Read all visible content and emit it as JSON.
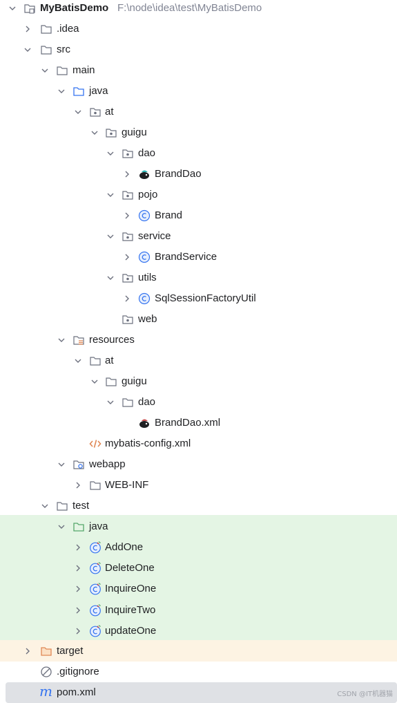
{
  "project": {
    "name": "MyBatisDemo",
    "path": "F:\\node\\idea\\test\\MyBatisDemo"
  },
  "tree": {
    "idea": ".idea",
    "src": "src",
    "main": "main",
    "java": "java",
    "at": "at",
    "guigu": "guigu",
    "dao": "dao",
    "brand_dao": "BrandDao",
    "pojo": "pojo",
    "brand": "Brand",
    "service": "service",
    "brand_service": "BrandService",
    "utils": "utils",
    "sql_session_factory_util": "SqlSessionFactoryUtil",
    "web": "web",
    "resources": "resources",
    "res_at": "at",
    "res_guigu": "guigu",
    "res_dao": "dao",
    "brand_dao_xml": "BrandDao.xml",
    "mybatis_config": "mybatis-config.xml",
    "webapp": "webapp",
    "web_inf": "WEB-INF",
    "test": "test",
    "test_java": "java",
    "add_one": "AddOne",
    "delete_one": "DeleteOne",
    "inquire_one": "InquireOne",
    "inquire_two": "InquireTwo",
    "update_one": "updateOne",
    "target": "target",
    "gitignore": ".gitignore",
    "pom": "pom.xml"
  },
  "watermark": "CSDN @IT机器猫",
  "colors": {
    "test_bg": "#e4f5e4",
    "excluded_bg": "#fdf3e3",
    "selected_bg": "#dfe1e5",
    "source_folder": "#3574f0",
    "test_folder": "#55a76a",
    "excluded_folder": "#e08855",
    "class_icon": "#3574f0"
  }
}
